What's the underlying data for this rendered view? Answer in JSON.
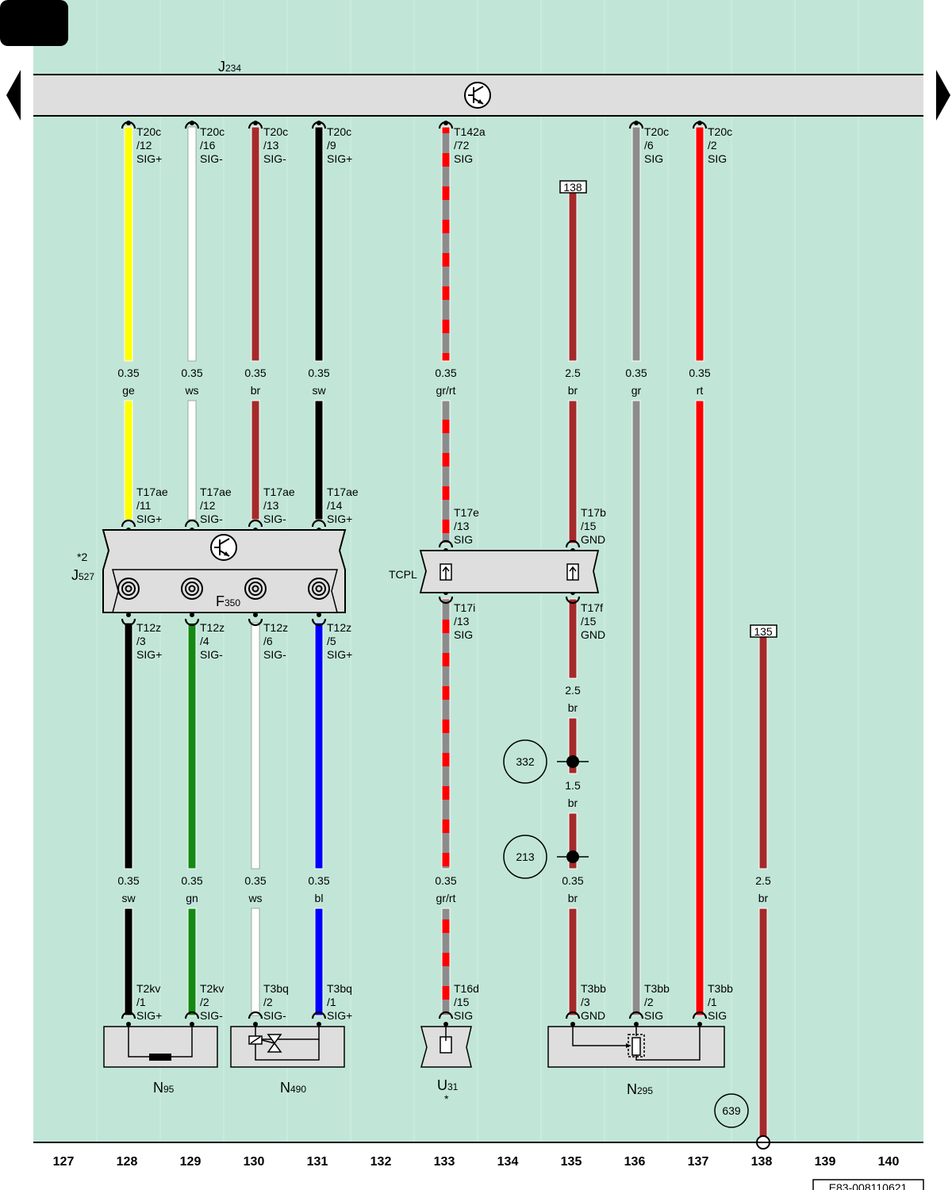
{
  "page_number": "",
  "colors": {
    "background": "#c1e6d8",
    "component_fill": "#dedede",
    "ge": "#ffff00",
    "ws": "#ffffff",
    "br": "#a52a2a",
    "sw": "#000000",
    "gr": "#8c8c8c",
    "rt": "#ff0000",
    "gn": "#138a13",
    "bl": "#0000ff"
  },
  "components": {
    "j234": {
      "name": "J",
      "sub": "234"
    },
    "j527": {
      "name": "J",
      "sub": "527",
      "note": "*2"
    },
    "f350": {
      "name": "F",
      "sub": "350"
    },
    "tcpl": {
      "name": "TCPL"
    },
    "n95": {
      "name": "N",
      "sub": "95"
    },
    "n490": {
      "name": "N",
      "sub": "490"
    },
    "u31": {
      "name": "U",
      "sub": "31",
      "note": "*"
    },
    "n295": {
      "name": "N",
      "sub": "295"
    }
  },
  "connectors": {
    "c128_top": [
      "T20c",
      "/12",
      "SIG+"
    ],
    "c129_top": [
      "T20c",
      "/16",
      "SIG-"
    ],
    "c130_top": [
      "T20c",
      "/13",
      "SIG-"
    ],
    "c131_top": [
      "T20c",
      "/9",
      "SIG+"
    ],
    "c133_top": [
      "T142a",
      "/72",
      "SIG"
    ],
    "c136_top": [
      "T20c",
      "/6",
      "SIG"
    ],
    "c137_top": [
      "T20c",
      "/2",
      "SIG"
    ],
    "c128_mid": [
      "T17ae",
      "/11",
      "SIG+"
    ],
    "c129_mid": [
      "T17ae",
      "/12",
      "SIG-"
    ],
    "c130_mid": [
      "T17ae",
      "/13",
      "SIG-"
    ],
    "c131_mid": [
      "T17ae",
      "/14",
      "SIG+"
    ],
    "c133_mid": [
      "T17e",
      "/13",
      "SIG"
    ],
    "c135_mid": [
      "T17b",
      "/15",
      "GND"
    ],
    "c128_low": [
      "T12z",
      "/3",
      "SIG+"
    ],
    "c129_low": [
      "T12z",
      "/4",
      "SIG-"
    ],
    "c130_low": [
      "T12z",
      "/6",
      "SIG-"
    ],
    "c131_low": [
      "T12z",
      "/5",
      "SIG+"
    ],
    "c133_low": [
      "T17i",
      "/13",
      "SIG"
    ],
    "c135_low": [
      "T17f",
      "/15",
      "GND"
    ],
    "c128_bot": [
      "T2kv",
      "/1",
      "SIG+"
    ],
    "c129_bot": [
      "T2kv",
      "/2",
      "SIG-"
    ],
    "c130_bot": [
      "T3bq",
      "/2",
      "SIG-"
    ],
    "c131_bot": [
      "T3bq",
      "/1",
      "SIG+"
    ],
    "c133_bot": [
      "T16d",
      "/15",
      "SIG"
    ],
    "c135_bot": [
      "T3bb",
      "/3",
      "GND"
    ],
    "c136_bot": [
      "T3bb",
      "/2",
      "SIG"
    ],
    "c137_bot": [
      "T3bb",
      "/1",
      "SIG"
    ]
  },
  "wire_labels": {
    "w128a": [
      "0.35",
      "ge"
    ],
    "w129a": [
      "0.35",
      "ws"
    ],
    "w130a": [
      "0.35",
      "br"
    ],
    "w131a": [
      "0.35",
      "sw"
    ],
    "w133a": [
      "0.35",
      "gr/rt"
    ],
    "w135a": [
      "2.5",
      "br"
    ],
    "w136a": [
      "0.35",
      "gr"
    ],
    "w137a": [
      "0.35",
      "rt"
    ],
    "w128b": [
      "0.35",
      "sw"
    ],
    "w129b": [
      "0.35",
      "gn"
    ],
    "w130b": [
      "0.35",
      "ws"
    ],
    "w131b": [
      "0.35",
      "bl"
    ],
    "w133b": [
      "0.35",
      "gr/rt"
    ],
    "w135b": [
      "2.5",
      "br"
    ],
    "w135c": [
      "1.5",
      "br"
    ],
    "w135d": [
      "0.35",
      "br"
    ],
    "w138": [
      "2.5",
      "br"
    ]
  },
  "refs": {
    "r138": "138",
    "r135": "135",
    "n332": "332",
    "n213": "213",
    "n639": "639"
  },
  "columns": [
    "127",
    "128",
    "129",
    "130",
    "131",
    "132",
    "133",
    "134",
    "135",
    "136",
    "137",
    "138",
    "139",
    "140"
  ],
  "doc_id": "E83-008110621"
}
